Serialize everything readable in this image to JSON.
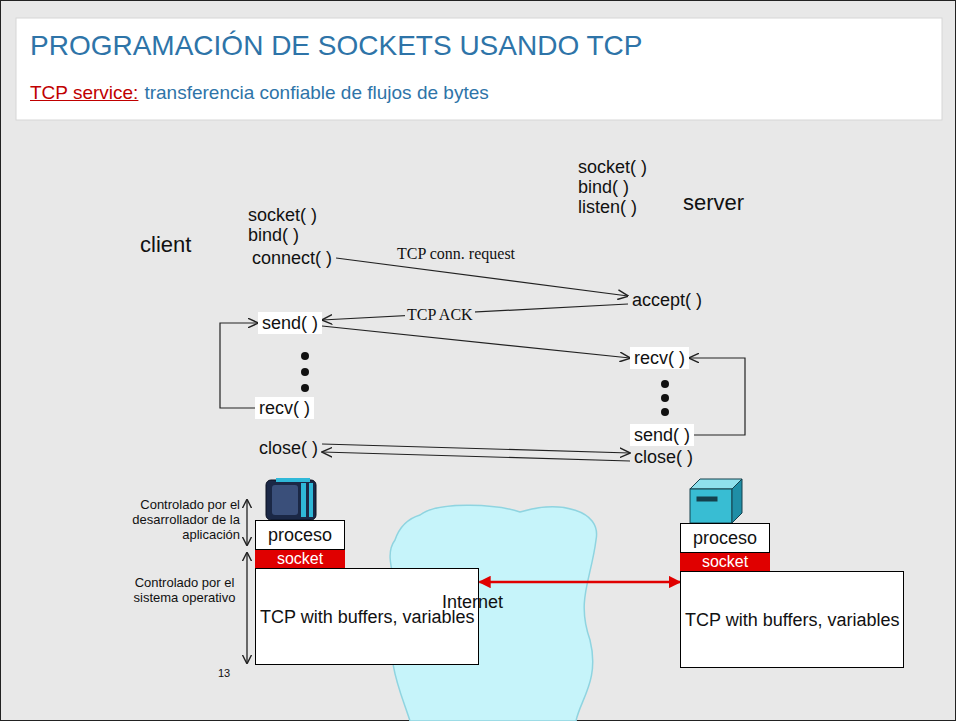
{
  "diagram": {
    "title": "PROGRAMACIÓN DE SOCKETS USANDO TCP",
    "nodes": [
      {
        "text": [
          "connect( )"
        ]
      },
      {
        "text": [
          "accept( )"
        ]
      },
      {
        "text": [
          "send( )"
        ]
      },
      {
        "text": [
          "recv( )"
        ]
      },
      {
        "text": [
          "recv( )"
        ]
      },
      {
        "text": [
          "send( )"
        ]
      },
      {
        "text": [
          "close( )"
        ]
      },
      {
        "text": [
          "close( )"
        ]
      },
      {
        "text": [
          "proceso"
        ]
      },
      {
        "text": [
          "socket"
        ]
      },
      {
        "text": [
          "TCP with buffers, variables"
        ]
      },
      {
        "text": [
          "Internet"
        ]
      },
      {
        "text": [
          "proceso"
        ]
      },
      {
        "text": [
          "socket"
        ]
      },
      {
        "text": [
          "TCP with buffers, variables"
        ]
      }
    ],
    "edges": [
      {
        "from": 0,
        "to": 1,
        "label": "TCP conn. request",
        "arrow": "to"
      },
      {
        "from": 1,
        "to": 2,
        "label": "TCP ACK",
        "arrow": "to"
      },
      {
        "from": 2,
        "to": 3,
        "arrow": "to"
      },
      {
        "from": 4,
        "to": 2,
        "arrow": "to"
      },
      {
        "from": 5,
        "to": 3,
        "arrow": "to"
      },
      {
        "from": 6,
        "to": 7,
        "arrow": "to"
      },
      {
        "from": 7,
        "to": 6,
        "arrow": "to"
      },
      {
        "from": 10,
        "to": 14,
        "arrow": "both"
      }
    ],
    "labels": [
      "TCP service:",
      "transferencia confiable de flujos de bytes",
      "socket( )",
      "bind( )",
      "listen( )",
      "server",
      "client",
      "socket( )",
      "bind( )",
      "Controlado por el desarrollador de la aplicación",
      "Controlado por el sistema operativo",
      "13"
    ]
  }
}
